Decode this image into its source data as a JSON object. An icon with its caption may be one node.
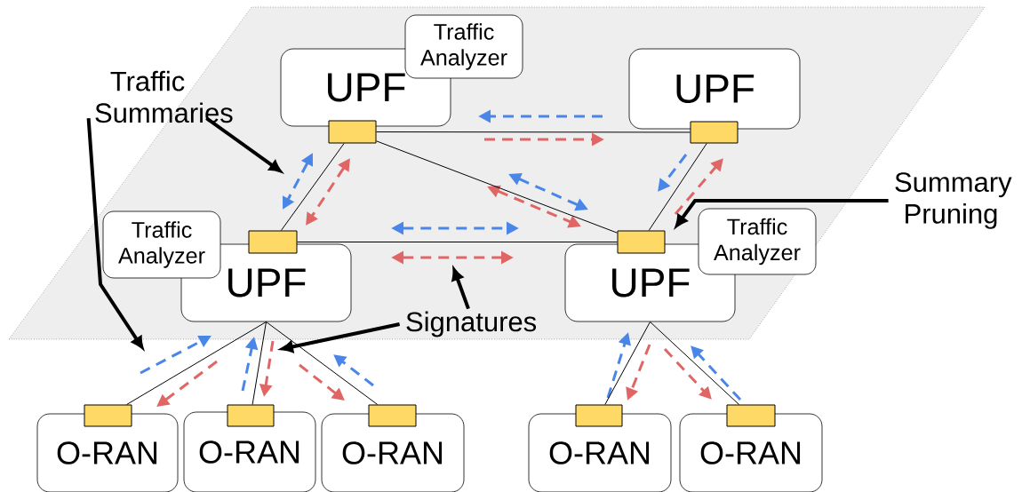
{
  "diagram": {
    "nodes": [
      {
        "text": [
          "UPF"
        ]
      },
      {
        "text": [
          "Traffic Analyzer"
        ]
      },
      {
        "text": [
          "UPF"
        ]
      },
      {
        "text": [
          "UPF"
        ]
      },
      {
        "text": [
          "Traffic Analyzer"
        ]
      },
      {
        "text": [
          "UPF"
        ]
      },
      {
        "text": [
          "Traffic Analyzer"
        ]
      },
      {
        "text": [
          "O-RAN"
        ]
      },
      {
        "text": [
          "O-RAN"
        ]
      },
      {
        "text": [
          "O-RAN"
        ]
      },
      {
        "text": [
          "O-RAN"
        ]
      },
      {
        "text": [
          "O-RAN"
        ]
      },
      {
        "text": [],
        "shape": "box"
      },
      {
        "text": [],
        "shape": "box"
      },
      {
        "text": [],
        "shape": "box"
      },
      {
        "text": [],
        "shape": "box"
      },
      {
        "text": [],
        "shape": "box"
      },
      {
        "text": [],
        "shape": "box"
      },
      {
        "text": [],
        "shape": "box"
      },
      {
        "text": [],
        "shape": "box"
      },
      {
        "text": [],
        "shape": "box"
      },
      {
        "text": [
          "Traffic Summaries"
        ]
      },
      {
        "text": [
          "Signatures"
        ]
      },
      {
        "text": [
          "Summary Pruning"
        ]
      }
    ],
    "edges": [
      {
        "from": 12,
        "to": 13,
        "arrow": "none"
      },
      {
        "from": 12,
        "to": 14,
        "arrow": "none"
      },
      {
        "from": 12,
        "to": 15,
        "arrow": "none"
      },
      {
        "from": 13,
        "to": 15,
        "arrow": "none"
      },
      {
        "from": 14,
        "to": 15,
        "arrow": "none"
      },
      {
        "from": 3,
        "to": 16,
        "arrow": "none"
      },
      {
        "from": 3,
        "to": 17,
        "arrow": "none"
      },
      {
        "from": 3,
        "to": 18,
        "arrow": "none"
      },
      {
        "from": 5,
        "to": 19,
        "arrow": "none"
      },
      {
        "from": 5,
        "to": 20,
        "arrow": "none"
      },
      {
        "from": 21,
        "to": null,
        "arrow": "to",
        "style": "thick"
      },
      {
        "from": 21,
        "to": null,
        "arrow": "to",
        "style": "thick"
      },
      {
        "from": 22,
        "to": null,
        "arrow": "to",
        "style": "thick"
      },
      {
        "from": 22,
        "to": null,
        "arrow": "to",
        "style": "thick"
      },
      {
        "from": 23,
        "to": null,
        "arrow": "to",
        "style": "thick"
      }
    ]
  }
}
